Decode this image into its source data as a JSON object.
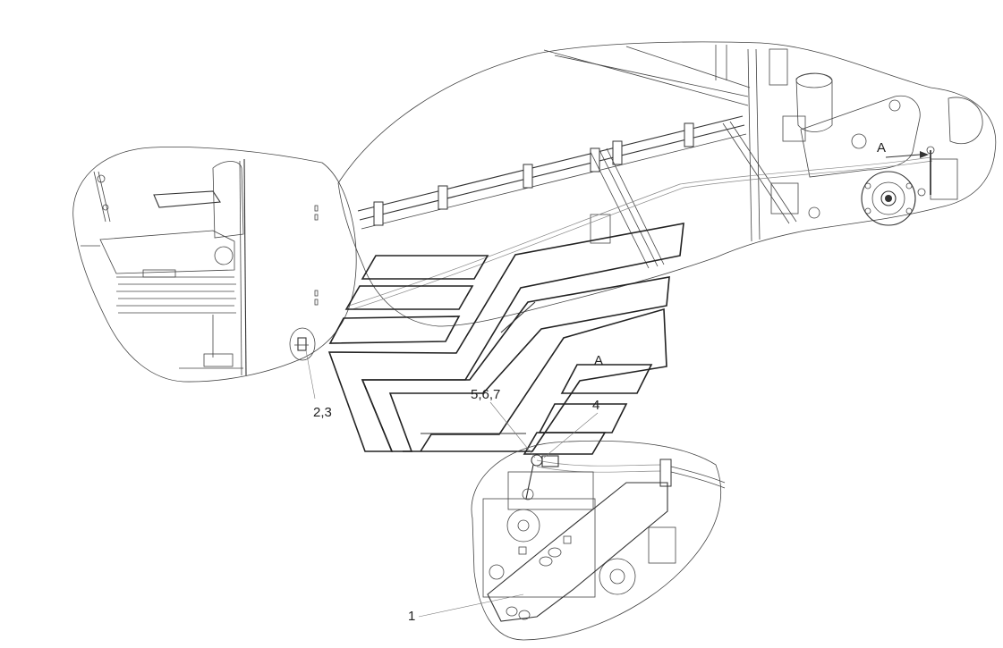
{
  "callouts": {
    "part_1": "1",
    "part_2_3": "2,3",
    "part_4": "4",
    "part_5_6_7": "5,6,7",
    "view_a_top": "A",
    "view_a_detail": "A"
  },
  "colors": {
    "line": "#333333",
    "background": "#ffffff"
  }
}
